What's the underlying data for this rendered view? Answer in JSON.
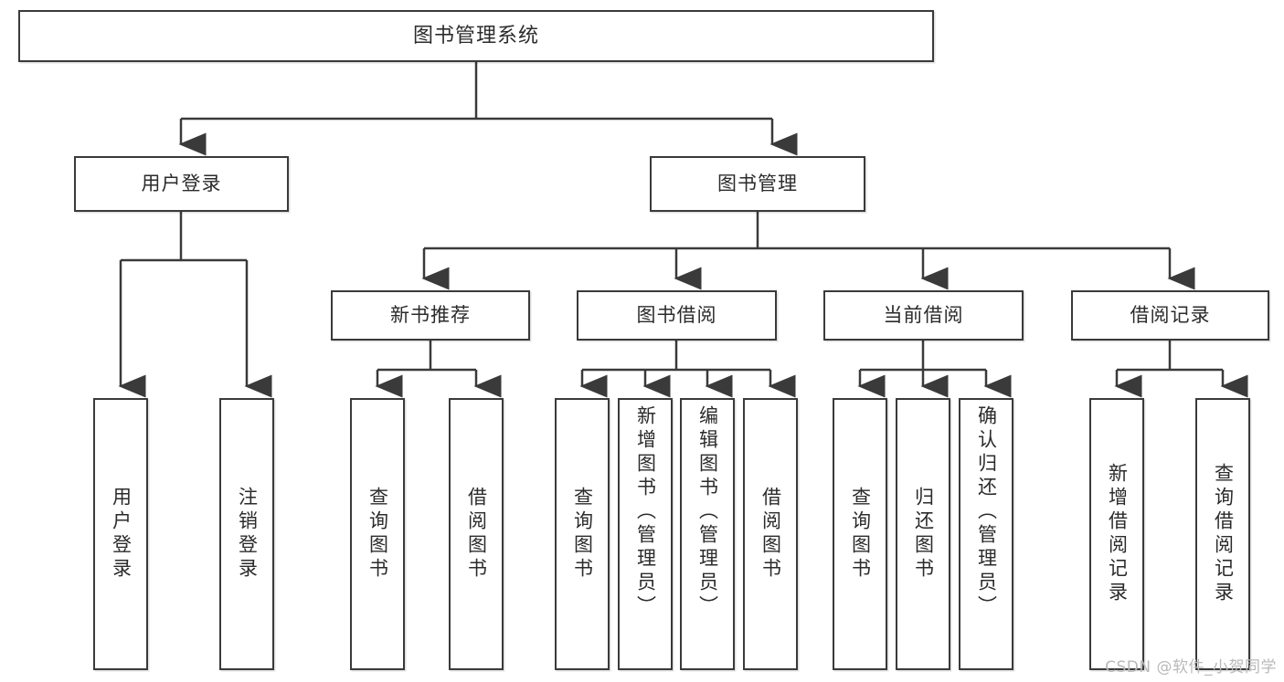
{
  "diagram": {
    "title": "图书管理系统",
    "watermark": "CSDN @软件_小贺同学",
    "line_color": "#3a3a3a",
    "box_fill": "#ffffff",
    "text_color": "#2b2b2b",
    "watermark_color": "#b9b9b9",
    "nodes": {
      "root": "图书管理系统",
      "level2": {
        "user_login": "用户登录",
        "book_manage": "图书管理"
      },
      "level3": {
        "new_book_recommend": "新书推荐",
        "book_borrow": "图书借阅",
        "current_borrow": "当前借阅",
        "borrow_record": "借阅记录"
      },
      "leaves": {
        "user_login_children": [
          "用户登录",
          "注销登录"
        ],
        "new_book_recommend_children": [
          "查询图书",
          "借阅图书"
        ],
        "book_borrow_children": [
          "查询图书",
          "新增图书（管理员）",
          "编辑图书（管理员）",
          "借阅图书"
        ],
        "current_borrow_children": [
          "查询图书",
          "归还图书",
          "确认归还（管理员）"
        ],
        "borrow_record_children": [
          "新增借阅记录",
          "查询借阅记录"
        ]
      }
    }
  }
}
